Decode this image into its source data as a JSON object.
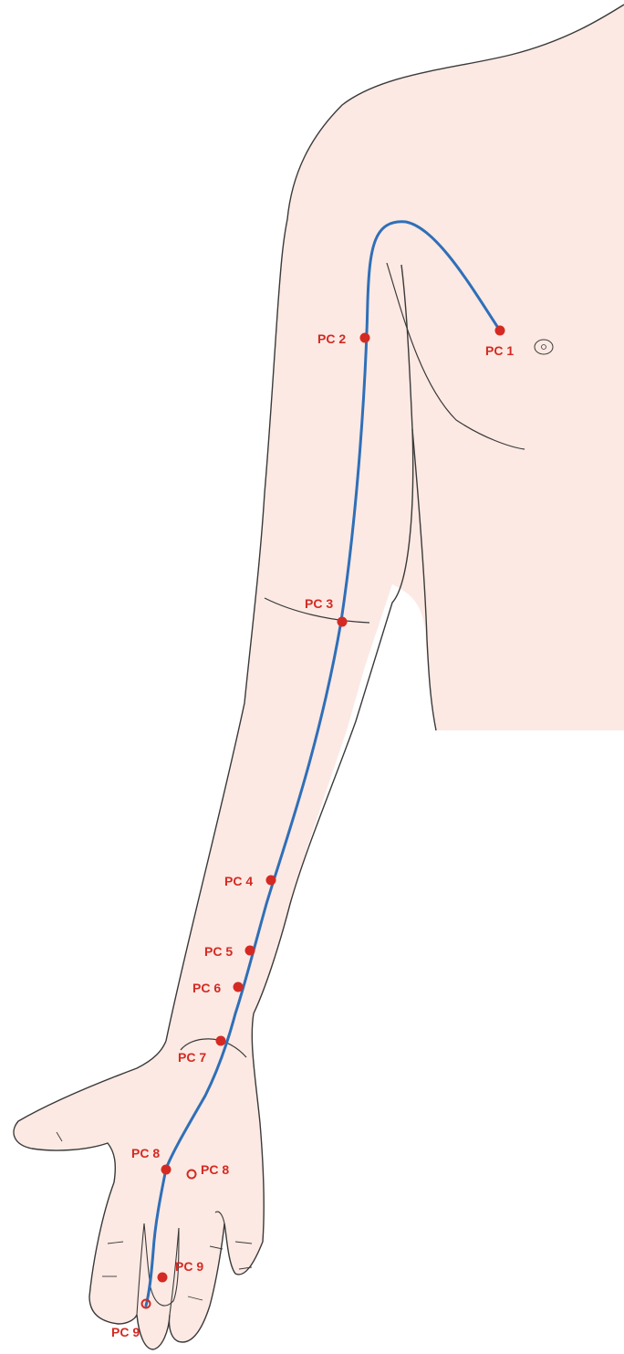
{
  "colors": {
    "skin": "#fce9e3",
    "outline": "#3a3a3a",
    "meridian": "#2f6fb8",
    "point": "#d42a23",
    "background": "#ffffff"
  },
  "points": {
    "pc1": {
      "label": "PC 1",
      "style": "filled"
    },
    "pc2": {
      "label": "PC 2",
      "style": "filled"
    },
    "pc3": {
      "label": "PC 3",
      "style": "filled"
    },
    "pc4": {
      "label": "PC 4",
      "style": "filled"
    },
    "pc5": {
      "label": "PC 5",
      "style": "filled"
    },
    "pc6": {
      "label": "PC 6",
      "style": "filled"
    },
    "pc7": {
      "label": "PC 7",
      "style": "filled"
    },
    "pc8": {
      "label": "PC 8",
      "style": "filled"
    },
    "pc8_alt": {
      "label": "PC 8",
      "style": "hollow"
    },
    "pc9": {
      "label": "PC 9",
      "style": "filled"
    },
    "pc9_alt": {
      "label": "PC 9",
      "style": "hollow"
    }
  }
}
